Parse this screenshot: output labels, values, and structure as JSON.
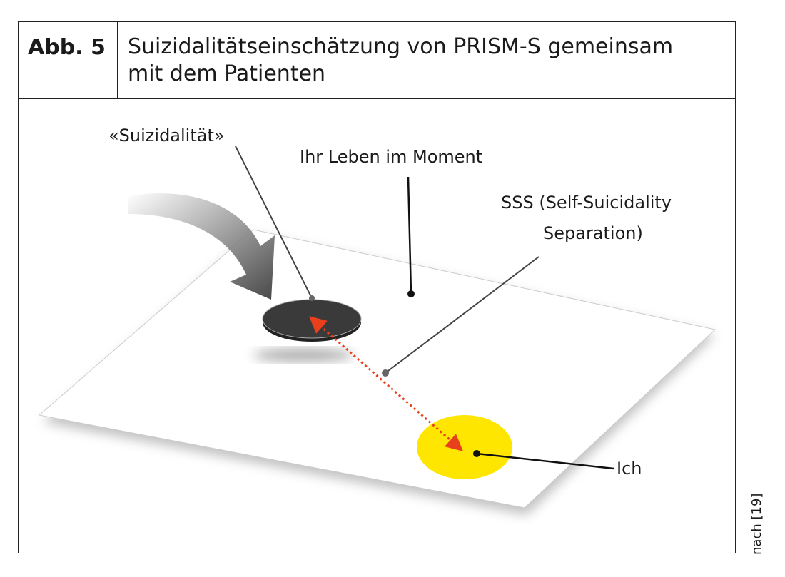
{
  "figure": {
    "number": "Abb. 5",
    "title_line1": "Suizidalitätseinschätzung von PRISM-S gemeinsam",
    "title_line2": "mit dem Patienten",
    "source": "nach [19]"
  },
  "labels": {
    "suicidality": "«Suizidalität»",
    "life": "Ihr Leben im Moment",
    "sss_line1": "SSS (Self-Suicidality",
    "sss_line2": "Separation)",
    "self": "Ich"
  },
  "colors": {
    "self_disc": "#ffe600",
    "suicidality_disc": "#3a3a3a",
    "separation_arrow": "#e8401c"
  }
}
